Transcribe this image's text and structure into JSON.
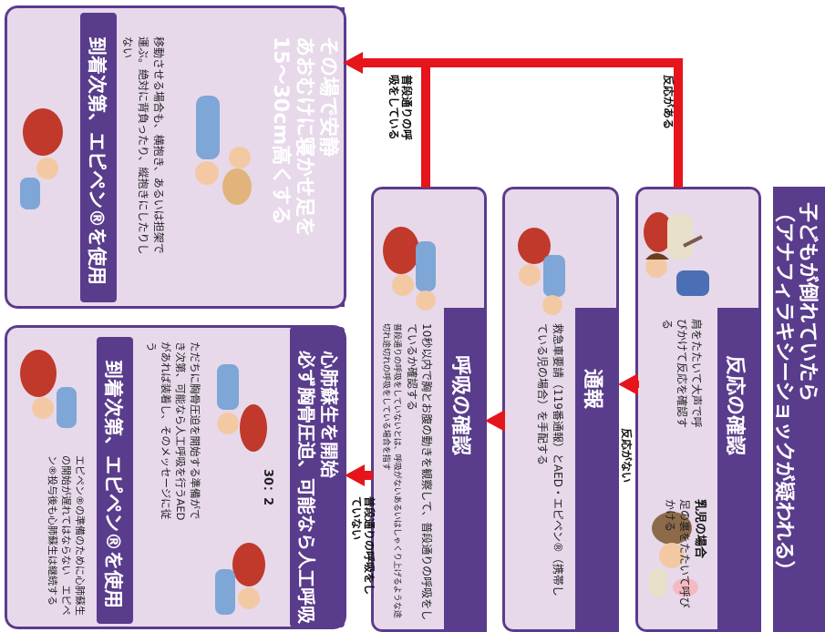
{
  "main_title": {
    "line1": "子どもが倒れていたら",
    "line2": "（アナフィラキシーショックが疑われる）"
  },
  "steps": {
    "confirm_response": {
      "title": "反応の確認",
      "text": "肩をたたいて大声で呼びかけて反応を確認する",
      "infant_label": "乳児の場合",
      "infant_text": "足の裏をたたいて呼びかける"
    },
    "call": {
      "title": "通報",
      "text": "救急車要請（119番通報）とAED・エピペン®（携帯している児の場合）を手配する"
    },
    "breathing": {
      "title": "呼吸の確認",
      "text": "10秒以内で胸とお腹の動きを観察して、普段通りの呼吸をしているか確認する",
      "note": "普段通りの呼吸をしていないとは、呼吸がないあるいはしゃくり上げるような途切れ途切れの呼吸をしている場合を指す"
    },
    "safe_rest": {
      "title1": "その場で安静",
      "title2": "あおむけに寝かせ足を",
      "title3": "15～30cm高くする",
      "text": "移動させる場合も、横抱き、あるいは担架で運ぶ。絶対に背負ったり、縦抱きにしたりしない",
      "footer": "到着次第、エピペン®を使用"
    },
    "cpr": {
      "title1": "心肺蘇生を開始",
      "title2": "必ず胸骨圧迫、可能なら人工呼吸",
      "ratio": "30：2",
      "text": "ただちに胸骨圧迫を開始する準備ができ次第、可能なら人工呼吸を行うAEDがあれば装着し、そのメッセージに従う",
      "footer": "到着次第、エピペン®を使用",
      "epipen_note": "エピペン®の準備のために心肺蘇生の開始が遅れてはならない　エピペン®投与後も心肺蘇生は継続する"
    }
  },
  "arrows": {
    "responsive": "反応がある",
    "unresponsive": "反応がない",
    "breathing_normal": "普段通りの呼吸をしている",
    "breathing_abnormal": "普段通りの呼吸をしていない"
  },
  "colors": {
    "purple": "#5a3c8c",
    "lavender": "#e7d9ea",
    "red": "#e6141b"
  }
}
